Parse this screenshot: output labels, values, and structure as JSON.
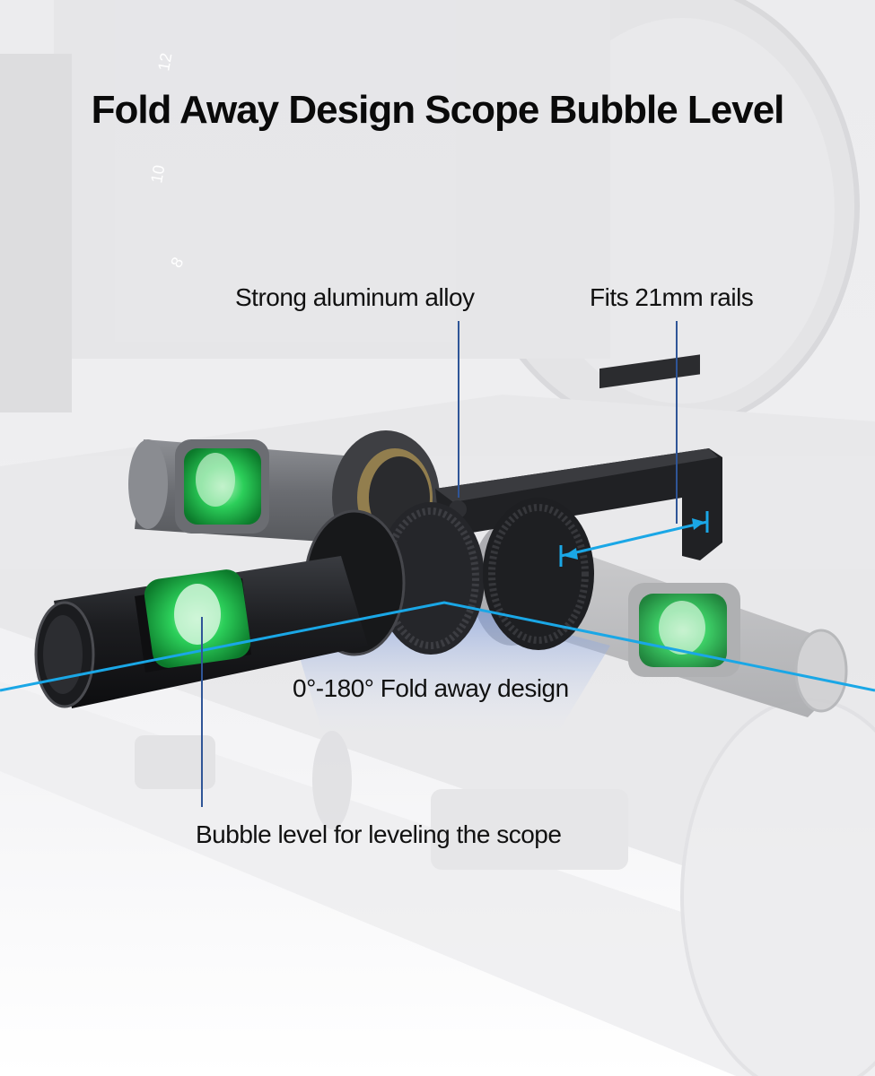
{
  "title": "Fold Away Design Scope Bubble Level",
  "callouts": {
    "material": "Strong aluminum alloy",
    "rail_fit": "Fits 21mm rails",
    "fold": "0°-180° Fold away design",
    "bubble": "Bubble level for leveling the scope"
  },
  "scope_dial_marks": [
    "12",
    "10",
    "8"
  ],
  "colors": {
    "background": "#eeeef0",
    "leader_line": "#2f5597",
    "accent_cyan": "#1aa7e6",
    "bubble_green": "#1fb84a",
    "body_black": "#1c1d20",
    "text": "#0a0a0a"
  }
}
